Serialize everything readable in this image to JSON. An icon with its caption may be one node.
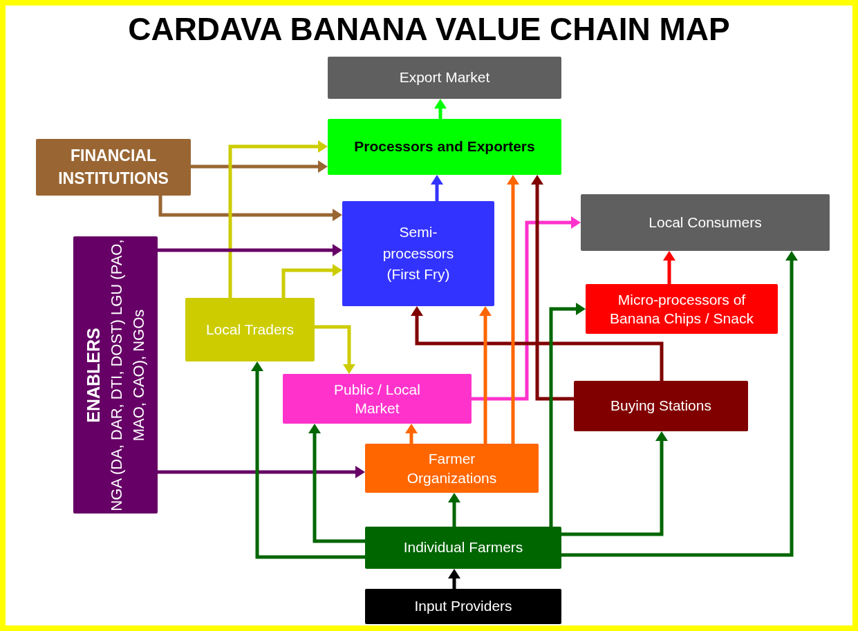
{
  "diagram": {
    "title": "CARDAVA BANANA VALUE CHAIN MAP",
    "nodes": [
      {
        "text": [
          "Export Market"
        ]
      },
      {
        "text": [
          "Processors and Exporters"
        ]
      },
      {
        "text": [
          "FINANCIAL INSTITUTIONS"
        ]
      },
      {
        "text": [
          "Semi-processors (First Fry)"
        ]
      },
      {
        "text": [
          "Local Consumers"
        ]
      },
      {
        "text": [
          "ENABLERS",
          "NGA (DA, DAR, DTI, DOST) LGU (PAO, MAO, CAO), NGOs"
        ]
      },
      {
        "text": [
          "Local Traders"
        ]
      },
      {
        "text": [
          "Micro-processors of Banana Chips / Snack"
        ]
      },
      {
        "text": [
          "Public / Local Market"
        ]
      },
      {
        "text": [
          "Buying Stations"
        ]
      },
      {
        "text": [
          "Farmer Organizations"
        ]
      },
      {
        "text": [
          "Individual Farmers"
        ]
      },
      {
        "text": [
          "Input Providers"
        ]
      }
    ],
    "edges": [
      {
        "from": 1,
        "to": 0,
        "arrow": "to",
        "color": "#00ff00"
      },
      {
        "from": 3,
        "to": 1,
        "arrow": "to",
        "color": "#3333ff"
      },
      {
        "from": 2,
        "to": 1,
        "arrow": "to",
        "color": "#996633"
      },
      {
        "from": 2,
        "to": 3,
        "arrow": "to",
        "color": "#996633"
      },
      {
        "from": 6,
        "to": 1,
        "arrow": "to",
        "color": "#cccc00"
      },
      {
        "from": 6,
        "to": 3,
        "arrow": "to",
        "color": "#cccc00"
      },
      {
        "from": 6,
        "to": 8,
        "arrow": "to",
        "color": "#cccc00"
      },
      {
        "from": 5,
        "to": 3,
        "arrow": "to",
        "color": "#660066"
      },
      {
        "from": 5,
        "to": 10,
        "arrow": "to",
        "color": "#660066"
      },
      {
        "from": 8,
        "to": 4,
        "arrow": "to",
        "color": "#ff33cc"
      },
      {
        "from": 9,
        "to": 3,
        "arrow": "to",
        "color": "#800000"
      },
      {
        "from": 9,
        "to": 1,
        "arrow": "to",
        "color": "#800000"
      },
      {
        "from": 10,
        "to": 3,
        "arrow": "to",
        "color": "#ff6600"
      },
      {
        "from": 10,
        "to": 1,
        "arrow": "to",
        "color": "#ff6600"
      },
      {
        "from": 10,
        "to": 8,
        "arrow": "to",
        "color": "#ff6600"
      },
      {
        "from": 7,
        "to": 4,
        "arrow": "to",
        "color": "#ff0000"
      },
      {
        "from": 11,
        "to": 10,
        "arrow": "to"
      },
      {
        "from": 11,
        "to": 8,
        "arrow": "to"
      },
      {
        "from": 11,
        "to": 6,
        "arrow": "to"
      },
      {
        "from": 11,
        "to": 7,
        "arrow": "to"
      },
      {
        "from": 11,
        "to": 9,
        "arrow": "to"
      },
      {
        "from": 11,
        "to": 4,
        "arrow": "to"
      },
      {
        "from": 12,
        "to": 11,
        "arrow": "to",
        "color": "#000000"
      }
    ]
  }
}
